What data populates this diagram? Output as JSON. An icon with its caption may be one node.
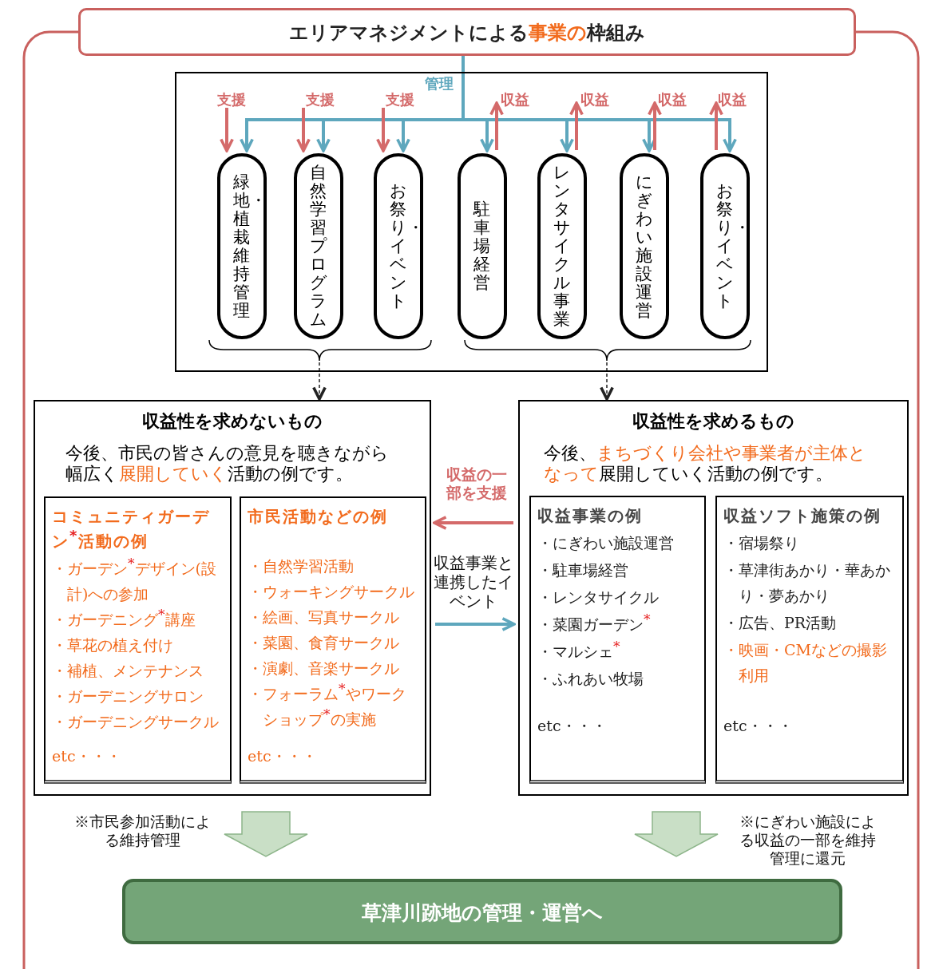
{
  "diagram": {
    "nodes": [
      {
        "text": [
          "エリアマネジメントによる**事業の**枠組み"
        ]
      },
      {
        "text": [],
        "shape": "box"
      },
      {
        "text": [
          "緑地・植栽維持管理"
        ],
        "in": 1
      },
      {
        "text": [
          "自然学習プログラム"
        ],
        "in": 1
      },
      {
        "text": [
          "お祭り・イベント"
        ],
        "in": 1
      },
      {
        "text": [
          "駐車場経営"
        ],
        "in": 1
      },
      {
        "text": [
          "レンタサイクル事業"
        ],
        "in": 1
      },
      {
        "text": [
          "にぎわい施設運営"
        ],
        "in": 1
      },
      {
        "text": [
          "お祭り・イベント"
        ],
        "in": 1
      },
      {
        "text": [
          "収益性を求めないもの",
          "今後、市民の皆さんの意見を聴きながら幅広く**展開していく**活動の例です。"
        ]
      },
      {
        "text": [
          "コミュニティガーデン$^{*}$活動の例",
          "・ガーデン$^{*}$デザイン(設計)への参加",
          "・ガーデニング$^{*}$講座",
          "・草花の植え付け",
          "・補植、メンテナンス",
          "・ガーデニングサロン",
          "・ガーデニングサークル",
          "etc・・・"
        ],
        "in": 9
      },
      {
        "text": [
          "市民活動などの例",
          "・自然学習活動",
          "・ウォーキングサークル",
          "・絵画、写真サークル",
          "・菜園、食育サークル",
          "・演劇、音楽サークル",
          "・フォーラム$^{*}$やワークショップ$^{*}$の実施",
          "etc・・・"
        ],
        "in": 9
      },
      {
        "text": [
          "収益性を求めるもの",
          "今後、**まちづくり会社や事業者が主体となって**展開していく活動の例です。"
        ]
      },
      {
        "text": [
          "収益事業の例",
          "・にぎわい施設運営",
          "・駐車場経営",
          "・レンタサイクル",
          "・菜園ガーデン$^{*}$",
          "・マルシェ$^{*}$",
          "・ふれあい牧場",
          "etc・・・"
        ],
        "in": 12
      },
      {
        "text": [
          "収益ソフト施策の例",
          "・宿場祭り",
          "・草津街あかり・華あかり・夢あかり",
          "・広告、PR活動",
          "・映画・CMなどの撮影利用",
          "etc・・・"
        ],
        "in": 12
      },
      {
        "text": [
          "草津川跡地の管理・運営へ"
        ]
      }
    ],
    "edges": [
      {
        "from": 0,
        "to": 2,
        "arrow": "to",
        "color": "#5ea7bd"
      },
      {
        "from": 0,
        "to": 3,
        "arrow": "to",
        "color": "#5ea7bd"
      },
      {
        "from": 0,
        "to": 4,
        "arrow": "to",
        "color": "#5ea7bd"
      },
      {
        "from": 0,
        "to": 5,
        "arrow": "to",
        "color": "#5ea7bd",
        "label": "管理"
      },
      {
        "from": 0,
        "to": 6,
        "arrow": "to",
        "color": "#5ea7bd"
      },
      {
        "from": 0,
        "to": 7,
        "arrow": "to",
        "color": "#5ea7bd"
      },
      {
        "from": 0,
        "to": 8,
        "arrow": "to",
        "color": "#5ea7bd"
      },
      {
        "from": null,
        "to": 2,
        "arrow": "to",
        "color": "#d46a6a",
        "label": "支援"
      },
      {
        "from": null,
        "to": 3,
        "arrow": "to",
        "color": "#d46a6a",
        "label": "支援"
      },
      {
        "from": null,
        "to": 4,
        "arrow": "to",
        "color": "#d46a6a",
        "label": "支援"
      },
      {
        "from": 5,
        "to": null,
        "arrow": "to",
        "color": "#d46a6a",
        "label": "収益"
      },
      {
        "from": 6,
        "to": null,
        "arrow": "to",
        "color": "#d46a6a",
        "label": "収益"
      },
      {
        "from": 7,
        "to": null,
        "arrow": "to",
        "color": "#d46a6a",
        "label": "収益"
      },
      {
        "from": 8,
        "to": null,
        "arrow": "to",
        "color": "#d46a6a",
        "label": "収益"
      },
      {
        "from": 1,
        "to": 9,
        "arrow": "to",
        "style": "dashed",
        "color": "#222222"
      },
      {
        "from": 1,
        "to": 12,
        "arrow": "to",
        "style": "dashed",
        "color": "#222222"
      },
      {
        "from": 12,
        "to": 9,
        "arrow": "to",
        "color": "#d46a6a",
        "label": "収益の一部を支援"
      },
      {
        "from": 9,
        "to": 12,
        "arrow": "to",
        "color": "#5ea7bd",
        "label": "収益事業と連携したイベント"
      },
      {
        "from": 9,
        "to": 15,
        "arrow": "to",
        "style": "thick",
        "color": "#c9dfc6",
        "label": "※市民参加活動による維持管理"
      },
      {
        "from": 12,
        "to": 15,
        "arrow": "to",
        "style": "thick",
        "color": "#c9dfc6",
        "label": "※にぎわい施設による収益の一部を維持管理に還元"
      }
    ]
  }
}
